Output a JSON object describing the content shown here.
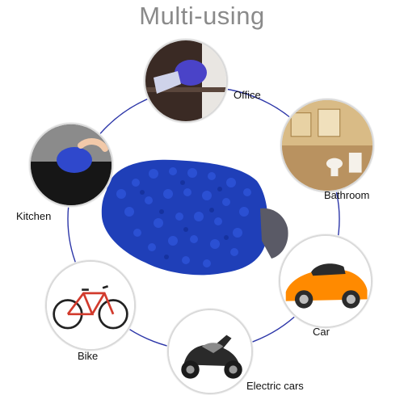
{
  "title": "Multi-using",
  "uses": [
    {
      "label": "Office"
    },
    {
      "label": "Bathroom"
    },
    {
      "label": "Car"
    },
    {
      "label": "Electric cars"
    },
    {
      "label": "Bike"
    },
    {
      "label": "Kitchen"
    }
  ],
  "colors": {
    "ring": "#2c36a8",
    "mitt": "#1f3fb8",
    "title": "#8a8a8a",
    "car": "#ff8a00"
  }
}
